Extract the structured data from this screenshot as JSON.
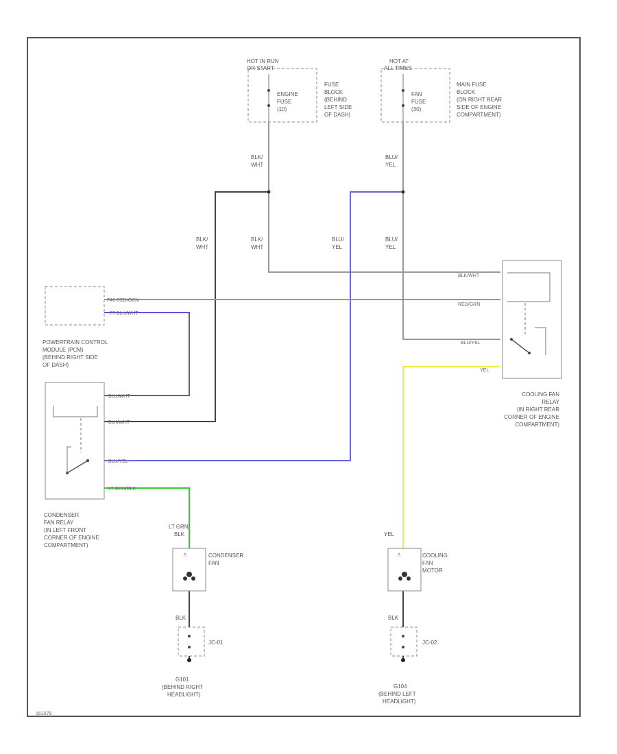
{
  "colors": {
    "border": "#555555",
    "black_wire": "#444444",
    "gray_wire": "#999999",
    "blue_wire": "#4444dd",
    "orange_wire": "#e08050",
    "green_wire": "#33cc33",
    "yellow_wire": "#eeee33"
  },
  "fuses": {
    "left": {
      "hot": [
        "HOT IN RUN",
        "OR START"
      ],
      "name": [
        "ENGINE",
        "FUSE",
        "(10)"
      ],
      "location": [
        "FUSE",
        "BLOCK",
        "(BEHIND",
        "LEFT SIDE",
        "OF DASH)"
      ]
    },
    "right": {
      "hot": [
        "HOT AT",
        "ALL TIMES"
      ],
      "name": [
        "FAN",
        "FUSE",
        "(30)"
      ],
      "location": [
        "MAIN FUSE",
        "BLOCK",
        "(ON RIGHT REAR",
        "SIDE OF ENGINE",
        "COMPARTMENT)"
      ]
    }
  },
  "wire_labels": {
    "blk_wht_top": [
      "BLK/",
      "WHT"
    ],
    "blu_yel_top": [
      "BLU/",
      "YEL"
    ],
    "blk_wht_mid_left": [
      "BLK/",
      "WHT"
    ],
    "blk_wht_mid": [
      "BLK/",
      "WHT"
    ],
    "blu_yel_mid_left": [
      "BLU/",
      "YEL"
    ],
    "blu_yel_mid": [
      "BLU/",
      "YEL"
    ],
    "lt_grn_blk": [
      "LT GRN/",
      "BLK"
    ],
    "yel_motor": "YEL",
    "blk_left": "BLK",
    "blk_right": "BLK"
  },
  "pcm": {
    "pins": [
      "RED/GRN",
      "BLU/WHT"
    ],
    "pin_codes": [
      "F46",
      "F7"
    ],
    "label": [
      "POWERTRAIN CONTROL",
      "MODULE (PCM)",
      "(BEHIND RIGHT SIDE",
      "OF DASH)"
    ]
  },
  "condenser_relay": {
    "pins": [
      "BLU/WHT",
      "BLK/WHT",
      "BLU/YEL",
      "LT GRN/BLK"
    ],
    "label": [
      "CONDENSER",
      "FAN RELAY",
      "(IN LEFT FRONT",
      "CORNER OF ENGINE",
      "COMPARTMENT)"
    ]
  },
  "cooling_relay": {
    "pins": [
      "BLK/WHT",
      "RED/GRN",
      "BLU/YEL",
      "YEL"
    ],
    "label": [
      "COOLING FAN",
      "RELAY",
      "(IN RIGHT REAR",
      "CORNER OF ENGINE",
      "COMPARTMENT)"
    ]
  },
  "condenser_fan": {
    "label": [
      "CONDENSER",
      "FAN"
    ]
  },
  "cooling_motor": {
    "label": [
      "COOLING",
      "FAN",
      "MOTOR"
    ]
  },
  "joint_left": {
    "code": "JC-01",
    "ground": [
      "G101",
      "(BEHIND RIGHT",
      "HEADLIGHT)"
    ]
  },
  "joint_right": {
    "code": "JC-02",
    "ground": [
      "G104",
      "(BEHIND LEFT",
      "HEADLIGHT)"
    ]
  },
  "figure_id": "161079"
}
